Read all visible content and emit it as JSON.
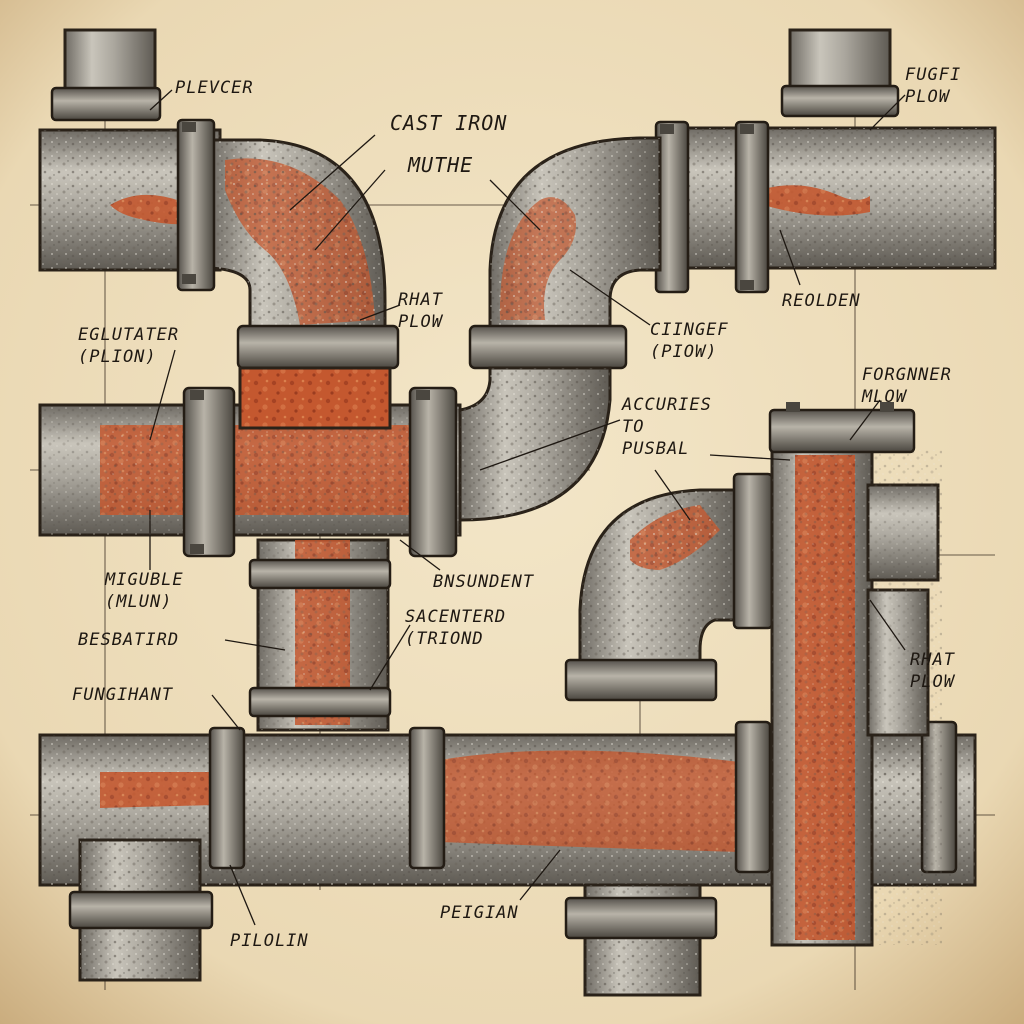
{
  "labels": [
    {
      "id": "plevcer",
      "lines": [
        "PLEVCER"
      ]
    },
    {
      "id": "cast-iron",
      "lines": [
        "CAST IRON"
      ]
    },
    {
      "id": "muthe",
      "lines": [
        "MUTHE"
      ]
    },
    {
      "id": "fugfi-plow",
      "lines": [
        "FUGFI",
        "PLOW"
      ]
    },
    {
      "id": "reolden",
      "lines": [
        "REOLDEN"
      ]
    },
    {
      "id": "rhat-plow-top",
      "lines": [
        "RHAT",
        "PLOW"
      ]
    },
    {
      "id": "eglutater",
      "lines": [
        "EGLUTATER",
        "(PLION)"
      ]
    },
    {
      "id": "ciingef",
      "lines": [
        "CIINGEF",
        "(PIOW)"
      ]
    },
    {
      "id": "forgnner",
      "lines": [
        "FORGNNER",
        "MLOW"
      ]
    },
    {
      "id": "accuries",
      "lines": [
        "ACCURIES",
        "TO",
        "PUSBAL"
      ]
    },
    {
      "id": "migueble",
      "lines": [
        "MIGUBLE",
        "(MLUN)"
      ]
    },
    {
      "id": "bnsundent",
      "lines": [
        "BNSUNDENT"
      ]
    },
    {
      "id": "sacenterd",
      "lines": [
        "SACENTERD",
        "(TRIOND"
      ]
    },
    {
      "id": "besbatird",
      "lines": [
        "BESBATIRD"
      ]
    },
    {
      "id": "rhat-plow-right",
      "lines": [
        "RHAT",
        "PLOW"
      ]
    },
    {
      "id": "fungihant",
      "lines": [
        "FUNGIHANT"
      ]
    },
    {
      "id": "peigian",
      "lines": [
        "PEIGIAN"
      ]
    },
    {
      "id": "pilolin",
      "lines": [
        "PILOLIN"
      ]
    }
  ],
  "colors": {
    "paper": "#efe0bf",
    "iron": "#a9a59c",
    "iron_dark": "#7e7a72",
    "rust": "#c4582f",
    "rust_dark": "#9a3b20",
    "ink": "#1e1812"
  }
}
